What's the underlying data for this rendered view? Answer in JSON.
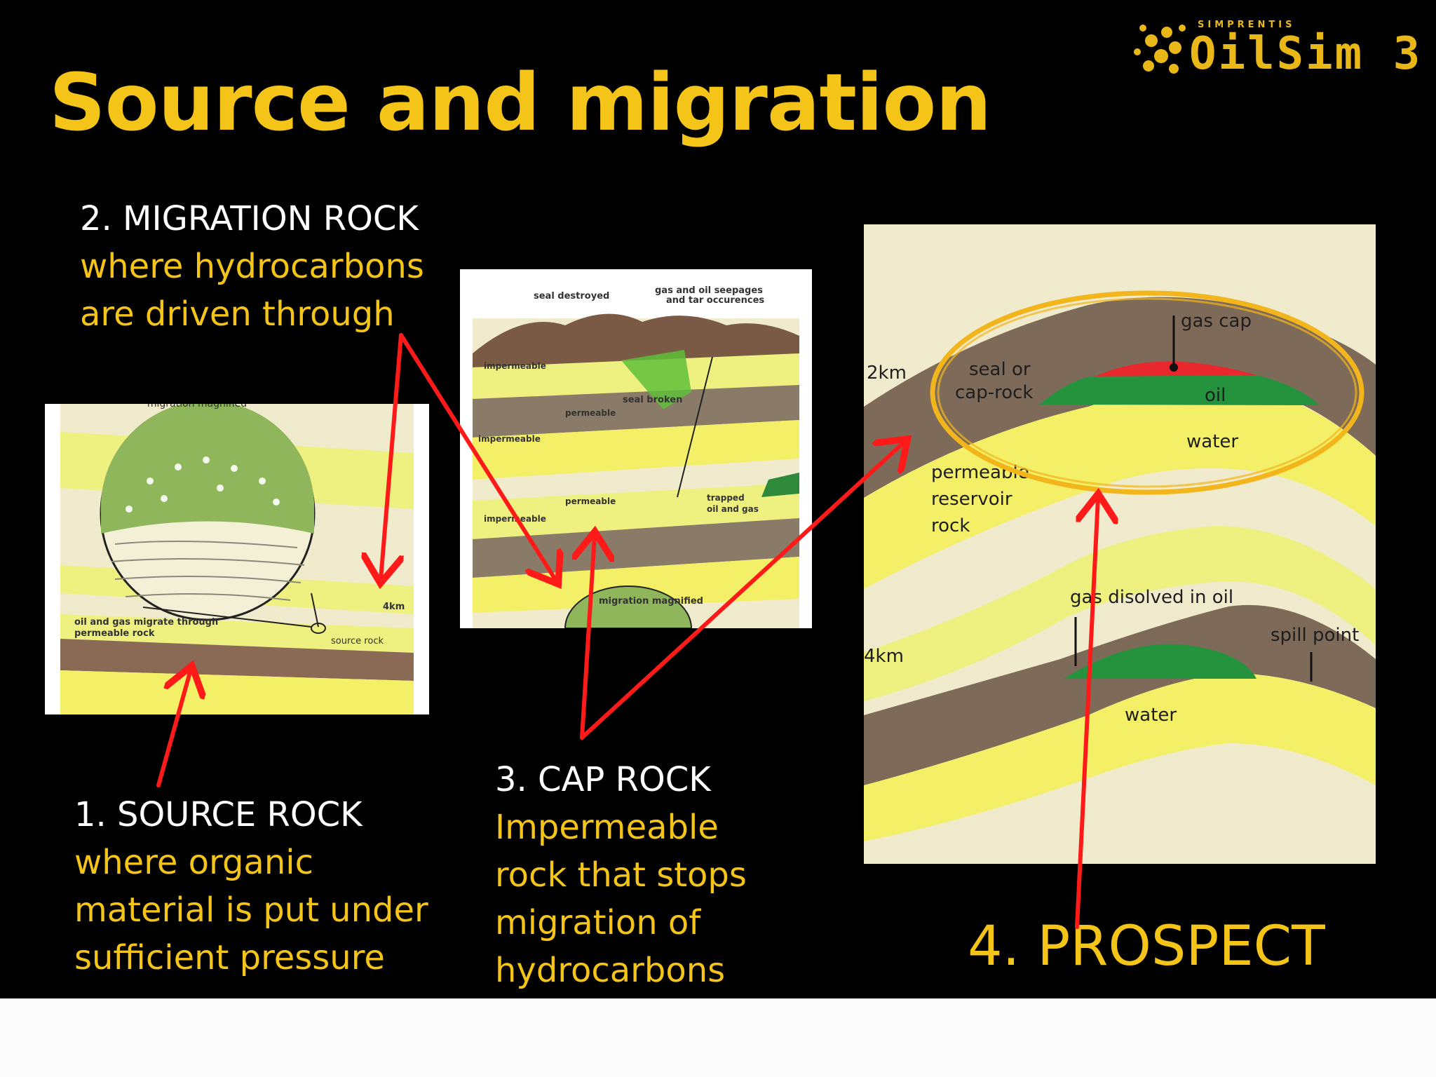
{
  "slide": {
    "title": "Source and migration",
    "logo": {
      "sub": "SIMPRENTIS",
      "main": "OilSim 3"
    }
  },
  "labels": {
    "migration": {
      "head": "2. MIGRATION ROCK",
      "lines": [
        "where hydrocarbons",
        "are driven through"
      ]
    },
    "source": {
      "head": "1. SOURCE ROCK",
      "lines": [
        "where organic",
        "material is put under",
        "sufficient pressure"
      ]
    },
    "cap": {
      "head": "3. CAP ROCK",
      "lines": [
        "Impermeable",
        "rock that stops",
        "migration of",
        "hydrocarbons"
      ]
    },
    "prospect": "4. PROSPECT"
  },
  "panel_left": {
    "top_text": "migration magnified",
    "migrate_line1": "oil and gas migrate through",
    "migrate_line2": "permeable rock",
    "depth": "4km",
    "source_rock": "source rock"
  },
  "panel_mid": {
    "seal_destroyed": "seal destroyed",
    "seepage_line1": "gas and oil seepages",
    "seepage_line2": "and tar occurences",
    "impermeable_1": "impermeable",
    "seal_broken": "seal broken",
    "permeable_1": "permeable",
    "impermeable_2": "impermeable",
    "permeable_2": "permeable",
    "impermeable_3": "impermeable",
    "trapped_line1": "trapped",
    "trapped_line2": "oil and gas",
    "migration_magnified": "migration magnified"
  },
  "panel_right": {
    "depth_2km": "2km",
    "seal_line1": "seal or",
    "seal_line2": "cap-rock",
    "gas_cap": "gas cap",
    "oil": "oil",
    "water_1": "water",
    "reservoir_line1": "permeable",
    "reservoir_line2": "reservoir",
    "reservoir_line3": "rock",
    "gas_dissolved": "gas disolved in oil",
    "spill_point": "spill point",
    "depth_4km": "4km",
    "water_2": "water"
  },
  "colors": {
    "title": "#f4c518",
    "accent_text": "#f4c518",
    "arrow": "#ff1a1a",
    "prospect_ring": "#f2b51c",
    "background": "#000000"
  }
}
